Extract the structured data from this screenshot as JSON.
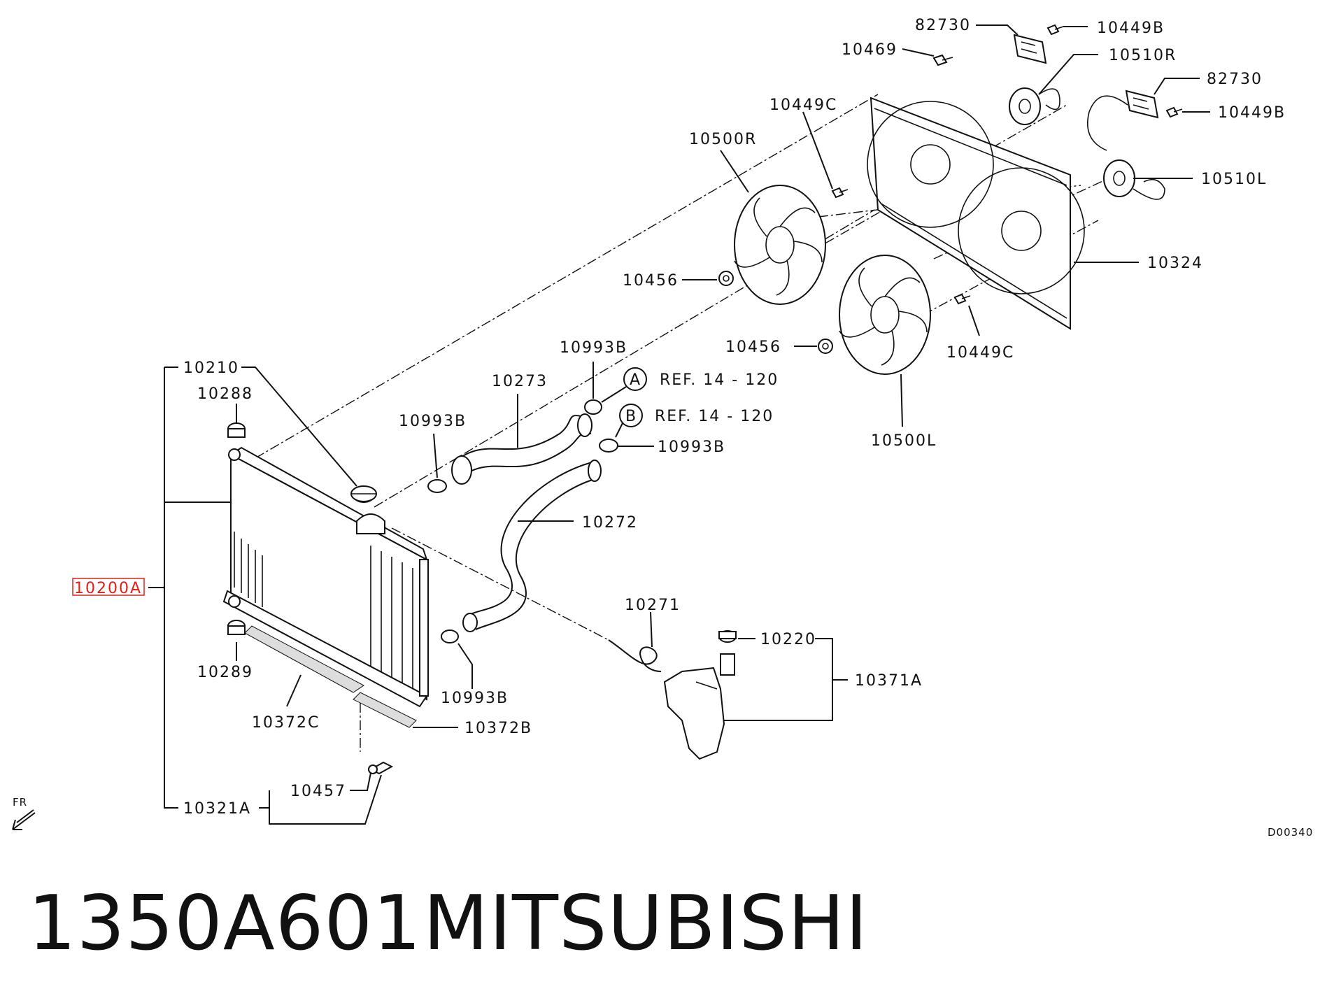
{
  "diagram": {
    "callouts": {
      "c82730_top": "82730",
      "c10449B_top": "10449B",
      "c10469": "10469",
      "c10510R": "10510R",
      "c82730_right": "82730",
      "c10449C_top": "10449C",
      "c10449B_right": "10449B",
      "c10500R": "10500R",
      "c10510L": "10510L",
      "c10324": "10324",
      "c10456_a": "10456",
      "c10456_b": "10456",
      "c10449C_bottom": "10449C",
      "c10993B_top": "10993B",
      "c10210": "10210",
      "c10288": "10288",
      "c10273": "10273",
      "c10993B_left": "10993B",
      "c10993B_right": "10993B",
      "c10500L": "10500L",
      "c10272": "10272",
      "c10200A": "10200A",
      "c10271": "10271",
      "c10220": "10220",
      "c10371A": "10371A",
      "c10289": "10289",
      "c10993B_bottom": "10993B",
      "c10372C": "10372C",
      "c10372B": "10372B",
      "c10457": "10457",
      "c10321A": "10321A"
    },
    "refs": {
      "a_letter": "A",
      "a_text": "REF. 14 - 120",
      "b_letter": "B",
      "b_text": "REF. 14 - 120"
    },
    "front_marker": "FR",
    "drawing_code": "D00340",
    "highlight_color": "#e0201b"
  },
  "caption": {
    "part_number": "1350A601",
    "brand": "MITSUBISHI"
  }
}
